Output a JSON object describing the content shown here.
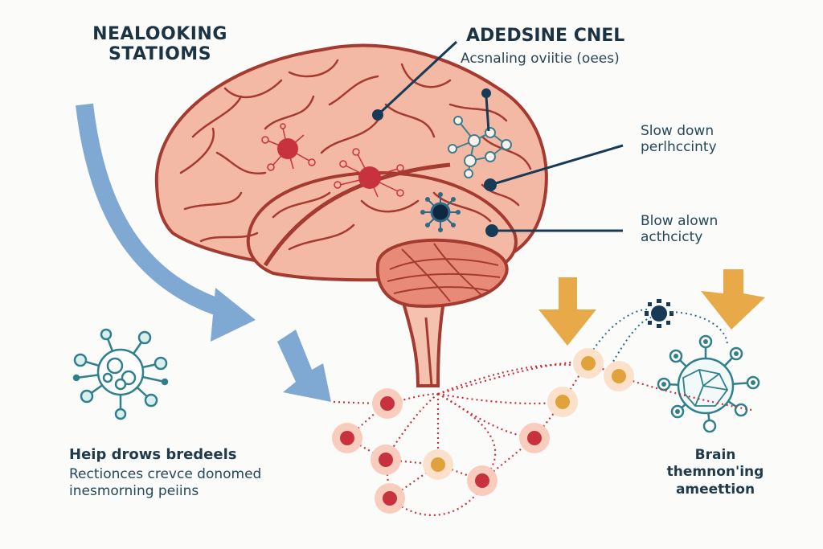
{
  "diagram": {
    "title_left": [
      "NEALOOKING",
      "STATIOMS"
    ],
    "title_right": "ADEDSINE CNEL",
    "subtitle_right": "Acsnaling oviitie (oees)",
    "callouts": [
      {
        "lines": [
          "Slow down",
          "perlhccinty"
        ]
      },
      {
        "lines": [
          "Blow alown",
          "acthcicty"
        ]
      }
    ],
    "bottom_left": {
      "heading": "Heip drows bredeels",
      "body_lines": [
        "Rectionces crevce donomed",
        "inesmorning peiins"
      ]
    },
    "bottom_right": {
      "lines": [
        "Brain",
        "themnon'ing",
        "ameettion"
      ]
    },
    "icons": {
      "left_virus": "virus-icon",
      "right_virus": "virus-icon",
      "molecule": "molecule-icon",
      "receptor": "receptor-icon",
      "sun_node": "sun-node-icon",
      "neurons": "neuron-icon"
    },
    "colors": {
      "brain_fill": "#f4b9a4",
      "brain_outline": "#a53a30",
      "cerebellum": "#e88a78",
      "neuron_red": "#c8323f",
      "node_halo": "#f9cdbd",
      "node_orange": "#e0a23c",
      "arrow_blue": "#7fa8d3",
      "arrow_orange": "#e8a948",
      "teal": "#2f7f8c",
      "navy": "#173b57",
      "text": "#1b3343"
    }
  }
}
